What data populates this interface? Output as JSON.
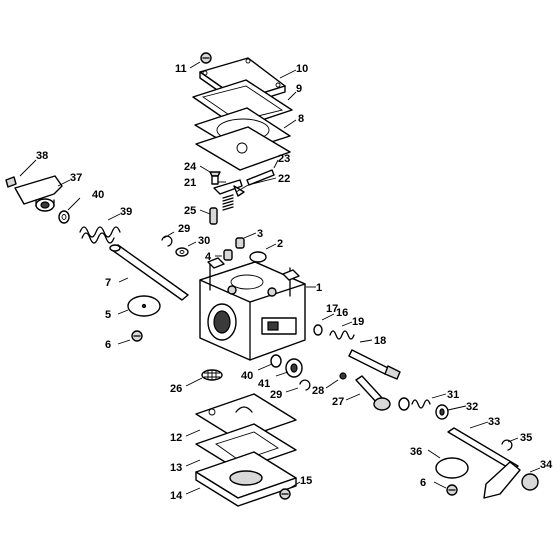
{
  "callouts": [
    "1",
    "2",
    "3",
    "4",
    "5",
    "6",
    "6",
    "7",
    "8",
    "9",
    "10",
    "11",
    "12",
    "13",
    "14",
    "15",
    "16",
    "17",
    "18",
    "19",
    "21",
    "22",
    "23",
    "24",
    "25",
    "26",
    "27",
    "28",
    "29",
    "29",
    "30",
    "31",
    "32",
    "33",
    "34",
    "35",
    "36",
    "37",
    "38",
    "39",
    "40",
    "40",
    "41"
  ],
  "legend": {
    "shading": "#d8d8d8",
    "dark_fill": "#3a3a3a"
  }
}
